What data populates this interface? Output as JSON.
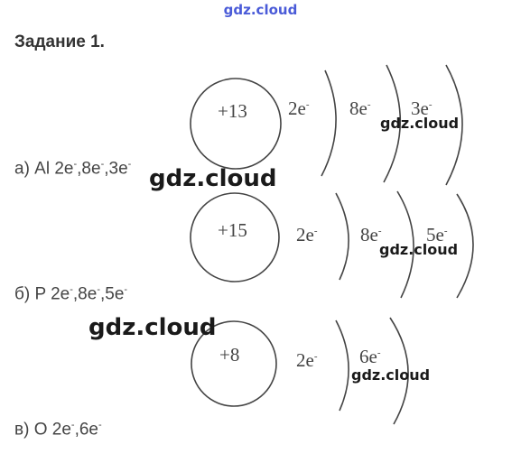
{
  "header": {
    "site": "gdz.cloud"
  },
  "task": {
    "title": "Задание 1."
  },
  "answers": [
    {
      "prefix": "а) Al 2e",
      "sup1": "-",
      "mid1": ",8e",
      "sup2": "-",
      "mid2": ",3e",
      "sup3": "-"
    },
    {
      "prefix": "б) P 2e",
      "sup1": "-",
      "mid1": ",8e",
      "sup2": "-",
      "mid2": ",5e",
      "sup3": "-"
    },
    {
      "prefix": "в) O 2e",
      "sup1": "-",
      "mid1": ",6e",
      "sup2": "-"
    }
  ],
  "atoms": [
    {
      "nucleus": "+13",
      "shells": [
        "2e",
        "8e",
        "3e"
      ]
    },
    {
      "nucleus": "+15",
      "shells": [
        "2e",
        "8e",
        "5e"
      ]
    },
    {
      "nucleus": "+8",
      "shells": [
        "2e",
        "6e"
      ]
    }
  ],
  "electron_sup": "-",
  "watermark": "gdz.cloud"
}
